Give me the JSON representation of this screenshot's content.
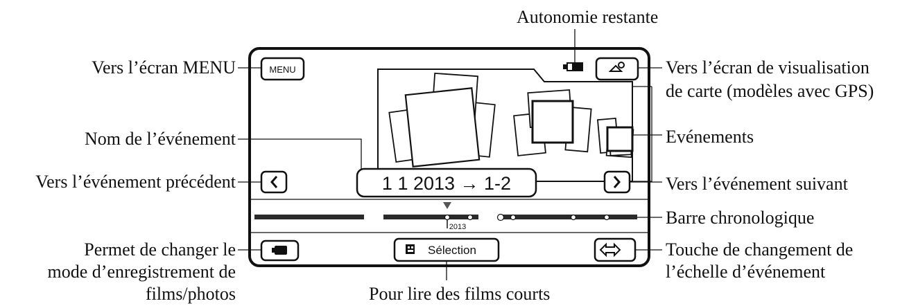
{
  "callouts": {
    "battery": "Autonomie restante",
    "menu": "Vers l’écran MENU",
    "map_line1": "Vers l’écran de visualisation",
    "map_line2": "de carte (modèles avec GPS)",
    "event_name": "Nom de l’événement",
    "events": "Evénements",
    "prev_event": "Vers l’événement précédent",
    "next_event": "Vers l’événement suivant",
    "timeline": "Barre chronologique",
    "mode_line1": "Permet de changer le",
    "mode_line2": "mode d’enregistrement de",
    "mode_line3": "films/photos",
    "scale_line1": "Touche de changement de",
    "scale_line2": "l’échelle d’événement",
    "highlight": "Pour lire des films courts"
  },
  "screen": {
    "menu_button": "MENU",
    "event_title": "1 1 2013 → 1-2",
    "prev_arrow": "‹",
    "next_arrow": "›",
    "highlight_button": "Sélection",
    "timeline_year": "2013",
    "icons": {
      "battery": "battery-icon",
      "map": "map-view-icon",
      "mode": "film-photo-mode-icon",
      "scale": "event-scale-icon",
      "highlight": "highlight-film-icon"
    }
  },
  "colors": {
    "ink": "#111111",
    "timeline_bar": "#2a2a2a"
  }
}
